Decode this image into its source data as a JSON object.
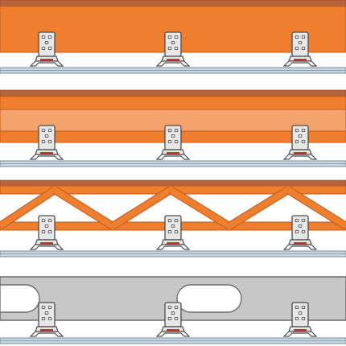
{
  "colors": {
    "background": "#ffffff",
    "wood_cap": "#b5643c",
    "wood_cap_edge": "#8a4525",
    "beam_orange": "#ef7f2f",
    "beam_light": "#f5a36c",
    "beam_stroke": "#c25a16",
    "metal_gray": "#c7c7c7",
    "metal_dark": "#6d6d6d",
    "rail_fill": "#c9d6e3",
    "rail_stroke": "#7c8a99",
    "bracket_fill": "#e7e7e7",
    "bracket_stroke": "#4d4d4d",
    "shim_red": "#c0392b"
  },
  "panels": [
    {
      "name": "solid-wood-beam-panel",
      "beam_type": "solid-beam",
      "clip_count": 3
    },
    {
      "name": "glulam-beam-panel",
      "beam_type": "laminated-beam",
      "clip_count": 3
    },
    {
      "name": "truss-joist-panel",
      "beam_type": "open-web-truss",
      "clip_count": 3
    },
    {
      "name": "steel-beam-panel",
      "beam_type": "perforated-steel-beam",
      "clip_count": 3
    }
  ]
}
